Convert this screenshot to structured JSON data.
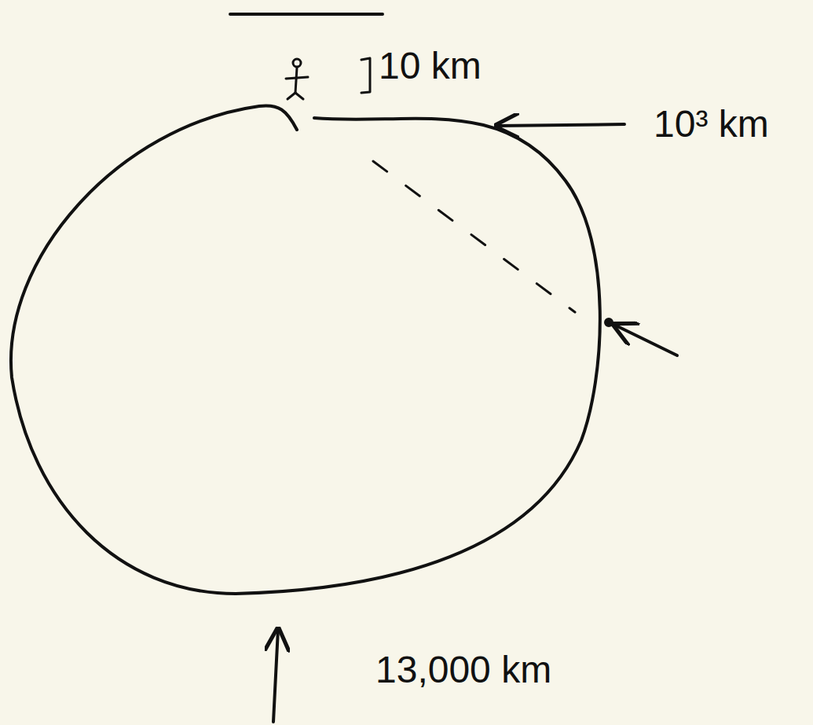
{
  "diagram": {
    "labels": [
      "10 km",
      "10³ km",
      "13,000 km"
    ]
  }
}
